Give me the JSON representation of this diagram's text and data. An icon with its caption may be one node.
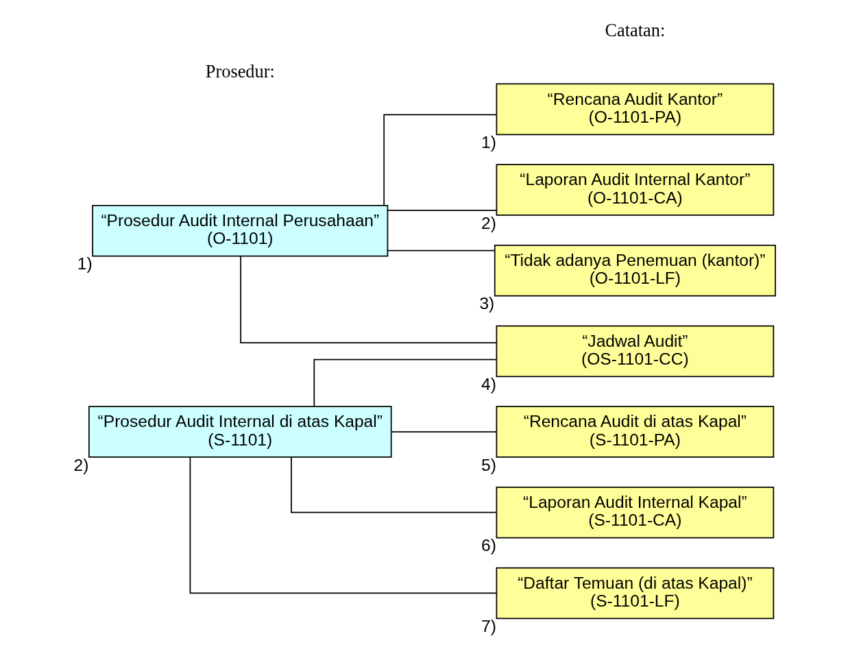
{
  "diagram": {
    "nodes": [
      {
        "text": [
          "“Prosedur Audit Internal Perusahaan”",
          "(O-1101)"
        ],
        "beside": [
          "1)"
        ]
      },
      {
        "text": [
          "“Prosedur Audit Internal di atas Kapal”",
          "(S-1101)"
        ],
        "beside": [
          "2)"
        ]
      },
      {
        "text": [
          "“Rencana Audit Kantor”",
          "(O-1101-PA)"
        ],
        "beside": [
          "1)"
        ]
      },
      {
        "text": [
          "“Laporan Audit Internal Kantor”",
          "(O-1101-CA)"
        ],
        "beside": [
          "2)"
        ]
      },
      {
        "text": [
          "“Tidak adanya Penemuan (kantor)”",
          "(O-1101-LF)"
        ],
        "beside": [
          "3)"
        ]
      },
      {
        "text": [
          "“Jadwal Audit”",
          "(OS-1101-CC)"
        ],
        "beside": [
          "4)"
        ]
      },
      {
        "text": [
          "“Rencana Audit di atas Kapal”",
          "(S-1101-PA)"
        ],
        "beside": [
          "5)"
        ]
      },
      {
        "text": [
          "“Laporan Audit Internal Kapal”",
          "(S-1101-CA)"
        ],
        "beside": [
          "6)"
        ]
      },
      {
        "text": [
          "“Daftar Temuan (di atas Kapal)”",
          "(S-1101-LF)"
        ],
        "beside": [
          "7)"
        ]
      }
    ],
    "edges": [
      {
        "from": 0,
        "to": 2,
        "arrow": "none"
      },
      {
        "from": 0,
        "to": 3,
        "arrow": "none"
      },
      {
        "from": 0,
        "to": 4,
        "arrow": "none"
      },
      {
        "from": 0,
        "to": 5,
        "arrow": "none"
      },
      {
        "from": 1,
        "to": 5,
        "arrow": "none"
      },
      {
        "from": 1,
        "to": 6,
        "arrow": "none"
      },
      {
        "from": 1,
        "to": 7,
        "arrow": "none"
      },
      {
        "from": 1,
        "to": 8,
        "arrow": "none"
      }
    ],
    "labels": [
      "Prosedur:",
      "Catatan:"
    ]
  }
}
